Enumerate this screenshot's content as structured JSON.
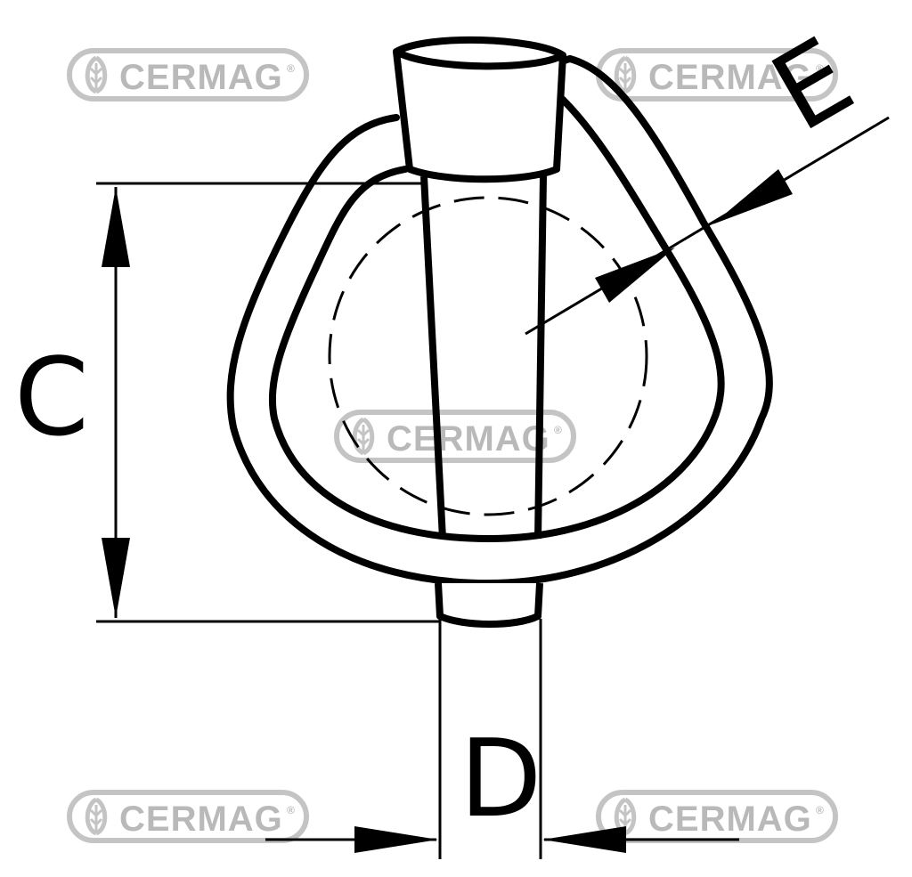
{
  "diagram": {
    "labels": {
      "c": "C",
      "d": "D",
      "e": "E"
    },
    "watermark": {
      "text": "CERMAG",
      "registered": "®",
      "color": "#b9b9b9"
    },
    "line_color": "#000000",
    "background": "#ffffff"
  }
}
